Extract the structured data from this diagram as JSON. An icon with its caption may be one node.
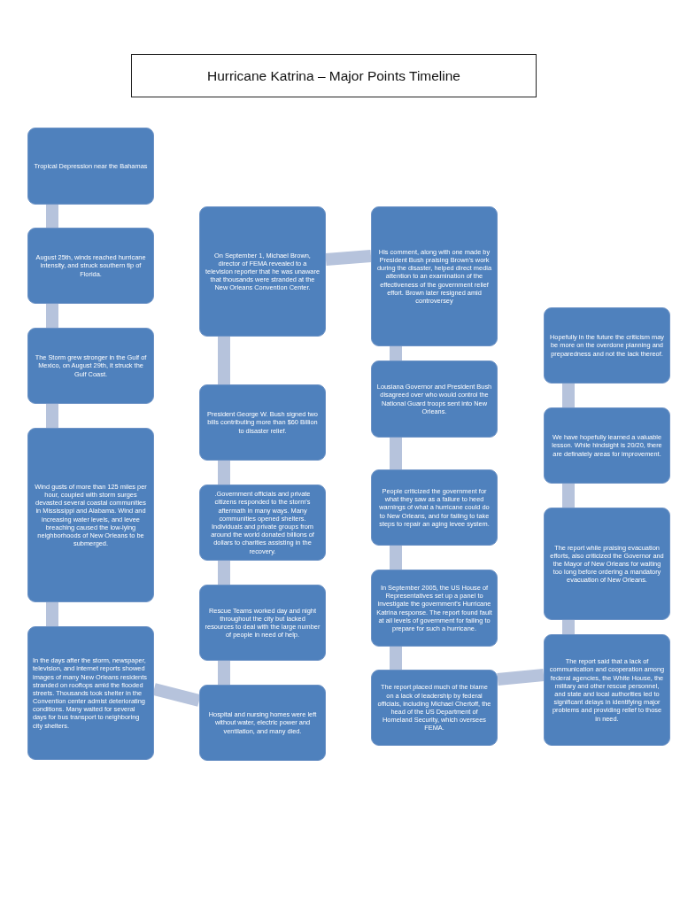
{
  "diagram": {
    "title": "Hurricane Katrina – Major Points Timeline",
    "nodes": [
      {
        "text": [
          "Tropical Depression near the Bahamas"
        ]
      },
      {
        "text": [
          "August 25th, winds reached hurricane intensity, and struck southern tip of Florida."
        ]
      },
      {
        "text": [
          "The Storm grew stronger in the Gulf of Mexico, on August 29th, it struck the Gulf Coast."
        ]
      },
      {
        "text": [
          "Wind gusts of more than 125 miles per hour, coupled with storm surges devasted several coastal communities in Mississippi and Alabama. Wind and increasing water levels, and levee breaching caused the low-lying neighborhoods of New Orleans to be submerged."
        ]
      },
      {
        "text": [
          "In the days after the storm, newspaper, television, and internet reports showed images of many New Orleans residents stranded on rooftops amid the flooded streets. Thousands took shelter in the Convention center admist deteriorating conditions. Many waited for several days for bus transport to neighboring city shelters."
        ]
      },
      {
        "text": [
          "Hospital and nursing homes were left without water, electric power and ventilation, and many died."
        ]
      },
      {
        "text": [
          "Rescue Teams worked day and night throughout the city but lacked resources to deal with the large number of people in need of help."
        ]
      },
      {
        "text": [
          ".Government officials and private citizens responded to the storm's aftermath in many ways. Many communities opened shelters. Individuals and private groups from around the world donated billions of dollars to charities assisting in the recovery."
        ]
      },
      {
        "text": [
          "President George W. Bush signed two bills contributing more than $60 Billion to disaster relief."
        ]
      },
      {
        "text": [
          "On September 1, Michael Brown, director of FEMA revealed to a television reporter that he was unaware that thousands were stranded at the New Orleans Convention Center."
        ]
      },
      {
        "text": [
          "His comment, along with one made by President Bush praising Brown's work during the disaster, helped direct media attention to an examination of the effectiveness of the government relief effort. Brown later resigned amid controversey"
        ]
      },
      {
        "text": [
          "Lousiana Governor and President Bush disagreed over who would control the National Guard troops sent into New Orleans."
        ]
      },
      {
        "text": [
          "People criticized the government for what they saw as a failure to heed warnings of what a hurricane could do to New Orleans, and for failing to take steps to repair an aging levee system."
        ]
      },
      {
        "text": [
          "In September 2005, the US House of Representatives set up a panel to investigate the government's Hurricane Katrina response. The report found fault at all levels of government for failing to prepare for such a hurricane."
        ]
      },
      {
        "text": [
          "The report placed much of the blame on a lack of leadership by federal officials, including Michael Chertoff, the head of the US Department of Homeland Security, which oversees FEMA."
        ]
      },
      {
        "text": [
          "The report said that a lack of communication and cooperation among federal agencies, the White House, the military and other rescue personnel, and state and local authorities led to significant delays in identifying major problems and providing relief to those in need."
        ]
      },
      {
        "text": [
          "The report while praising evacuation efforts, also criticized the Governor and the Mayor of New Orleans for waiting too long before ordering a mandatory evacuation of New Orleans."
        ]
      },
      {
        "text": [
          "We have hopefully learned a valuable lesson. While hindsight is 20/20, there are definately areas for improvement."
        ]
      },
      {
        "text": [
          "Hopefully in the future the criticism may be more on the overdone planning and preparedness and not the lack thereof."
        ]
      }
    ],
    "edges": [
      {
        "from": 0,
        "to": 1,
        "arrow": "none"
      },
      {
        "from": 1,
        "to": 2,
        "arrow": "none"
      },
      {
        "from": 2,
        "to": 3,
        "arrow": "none"
      },
      {
        "from": 3,
        "to": 4,
        "arrow": "none"
      },
      {
        "from": 4,
        "to": 5,
        "arrow": "none"
      },
      {
        "from": 5,
        "to": 6,
        "arrow": "none"
      },
      {
        "from": 6,
        "to": 7,
        "arrow": "none"
      },
      {
        "from": 7,
        "to": 8,
        "arrow": "none"
      },
      {
        "from": 8,
        "to": 9,
        "arrow": "none"
      },
      {
        "from": 9,
        "to": 10,
        "arrow": "none"
      },
      {
        "from": 10,
        "to": 11,
        "arrow": "none"
      },
      {
        "from": 11,
        "to": 12,
        "arrow": "none"
      },
      {
        "from": 12,
        "to": 13,
        "arrow": "none"
      },
      {
        "from": 13,
        "to": 14,
        "arrow": "none"
      },
      {
        "from": 14,
        "to": 15,
        "arrow": "none"
      },
      {
        "from": 15,
        "to": 16,
        "arrow": "none"
      },
      {
        "from": 16,
        "to": 17,
        "arrow": "none"
      },
      {
        "from": 17,
        "to": 18,
        "arrow": "none"
      }
    ]
  }
}
